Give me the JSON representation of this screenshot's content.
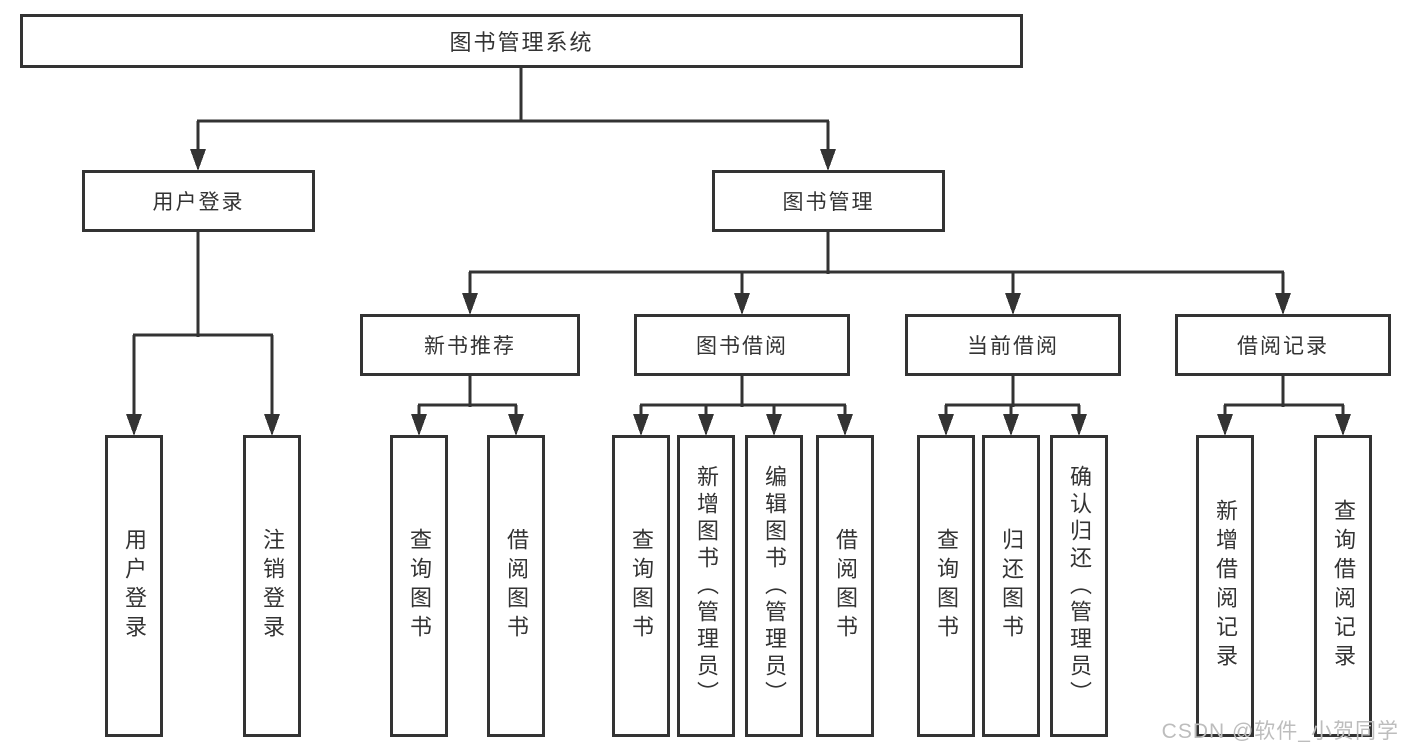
{
  "colors": {
    "line": "#333333",
    "box_border": "#333333",
    "text": "#333333",
    "watermark": "#bdbdbd",
    "background": "#ffffff"
  },
  "watermark": {
    "text": "CSDN @软件_小贺同学"
  },
  "tree": {
    "root": "图书管理系统",
    "branches": [
      {
        "label": "用户登录",
        "children": [
          "用户登录",
          "注销登录"
        ]
      },
      {
        "label": "图书管理",
        "children": [
          {
            "label": "新书推荐",
            "children": [
              "查询图书",
              "借阅图书"
            ]
          },
          {
            "label": "图书借阅",
            "children": [
              "查询图书",
              "新增图书（管理员）",
              "编辑图书（管理员）",
              "借阅图书"
            ]
          },
          {
            "label": "当前借阅",
            "children": [
              "查询图书",
              "归还图书",
              "确认归还（管理员）"
            ]
          },
          {
            "label": "借阅记录",
            "children": [
              "新增借阅记录",
              "查询借阅记录"
            ]
          }
        ]
      }
    ]
  }
}
